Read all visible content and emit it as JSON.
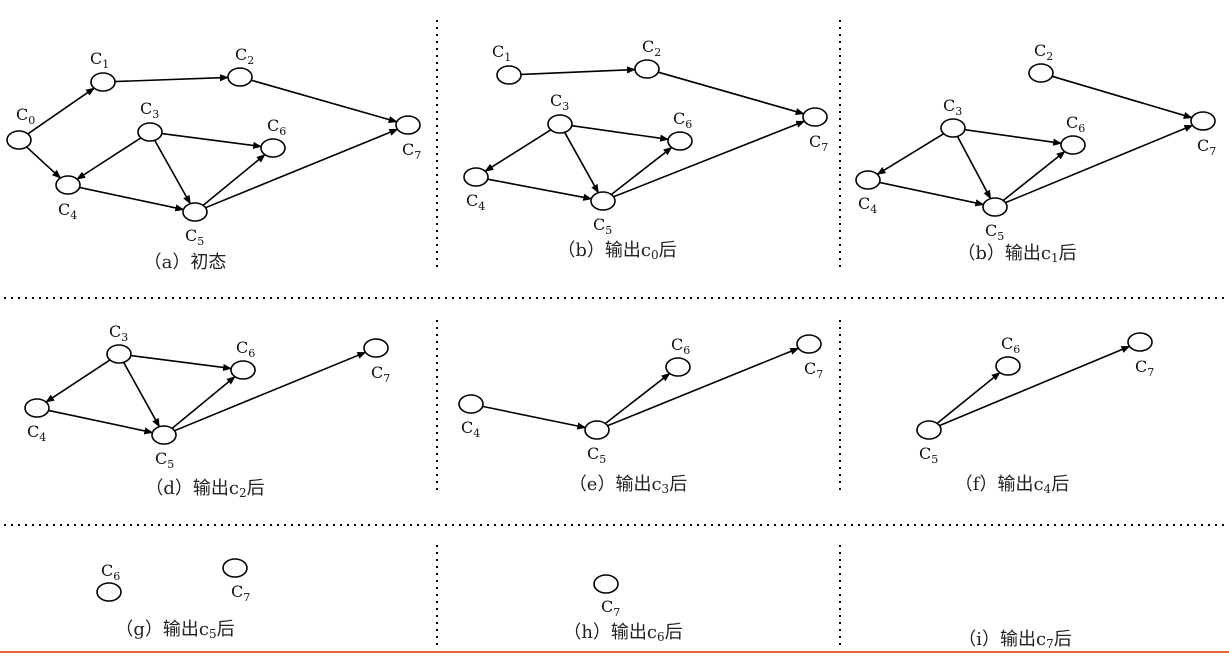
{
  "figure": {
    "panels": [
      {
        "id": "a",
        "caption": {
          "prefix": "（a）初态",
          "sub": "",
          "suffix": ""
        },
        "nodes": [
          "c0",
          "c1",
          "c2",
          "c3",
          "c4",
          "c5",
          "c6",
          "c7"
        ],
        "edges": [
          [
            "c0",
            "c1"
          ],
          [
            "c1",
            "c2"
          ],
          [
            "c2",
            "c7"
          ],
          [
            "c0",
            "c4"
          ],
          [
            "c3",
            "c4"
          ],
          [
            "c3",
            "c6"
          ],
          [
            "c3",
            "c5"
          ],
          [
            "c4",
            "c5"
          ],
          [
            "c5",
            "c6"
          ],
          [
            "c5",
            "c7"
          ]
        ]
      },
      {
        "id": "b0",
        "caption": {
          "prefix": "（b）输出c",
          "sub": "0",
          "suffix": "后"
        },
        "nodes": [
          "c1",
          "c2",
          "c3",
          "c4",
          "c5",
          "c6",
          "c7"
        ],
        "edges": [
          [
            "c1",
            "c2"
          ],
          [
            "c2",
            "c7"
          ],
          [
            "c3",
            "c4"
          ],
          [
            "c3",
            "c6"
          ],
          [
            "c3",
            "c5"
          ],
          [
            "c4",
            "c5"
          ],
          [
            "c5",
            "c6"
          ],
          [
            "c5",
            "c7"
          ]
        ]
      },
      {
        "id": "b1",
        "caption": {
          "prefix": "（b）输出c",
          "sub": "1",
          "suffix": "后"
        },
        "nodes": [
          "c2",
          "c3",
          "c4",
          "c5",
          "c6",
          "c7"
        ],
        "edges": [
          [
            "c2",
            "c7"
          ],
          [
            "c3",
            "c4"
          ],
          [
            "c3",
            "c6"
          ],
          [
            "c3",
            "c5"
          ],
          [
            "c4",
            "c5"
          ],
          [
            "c5",
            "c6"
          ],
          [
            "c5",
            "c7"
          ]
        ]
      },
      {
        "id": "d",
        "caption": {
          "prefix": "（d）输出c",
          "sub": "2",
          "suffix": "后"
        },
        "nodes": [
          "c3",
          "c4",
          "c5",
          "c6",
          "c7"
        ],
        "edges": [
          [
            "c3",
            "c4"
          ],
          [
            "c3",
            "c6"
          ],
          [
            "c3",
            "c5"
          ],
          [
            "c4",
            "c5"
          ],
          [
            "c5",
            "c6"
          ],
          [
            "c5",
            "c7"
          ]
        ]
      },
      {
        "id": "e",
        "caption": {
          "prefix": "（e）输出c",
          "sub": "3",
          "suffix": "后"
        },
        "nodes": [
          "c4",
          "c5",
          "c6",
          "c7"
        ],
        "edges": [
          [
            "c4",
            "c5"
          ],
          [
            "c5",
            "c6"
          ],
          [
            "c5",
            "c7"
          ]
        ]
      },
      {
        "id": "f",
        "caption": {
          "prefix": "（f）输出c",
          "sub": "4",
          "suffix": "后"
        },
        "nodes": [
          "c5",
          "c6",
          "c7"
        ],
        "edges": [
          [
            "c5",
            "c6"
          ],
          [
            "c5",
            "c7"
          ]
        ]
      },
      {
        "id": "g",
        "caption": {
          "prefix": "（g）输出c",
          "sub": "5",
          "suffix": "后"
        },
        "nodes": [
          "c6",
          "c7"
        ],
        "edges": []
      },
      {
        "id": "h",
        "caption": {
          "prefix": "（h）输出c",
          "sub": "6",
          "suffix": "后"
        },
        "nodes": [
          "c7"
        ],
        "edges": []
      },
      {
        "id": "i",
        "caption": {
          "prefix": "（i）输出c",
          "sub": "7",
          "suffix": "后"
        },
        "nodes": [],
        "edges": []
      }
    ]
  }
}
